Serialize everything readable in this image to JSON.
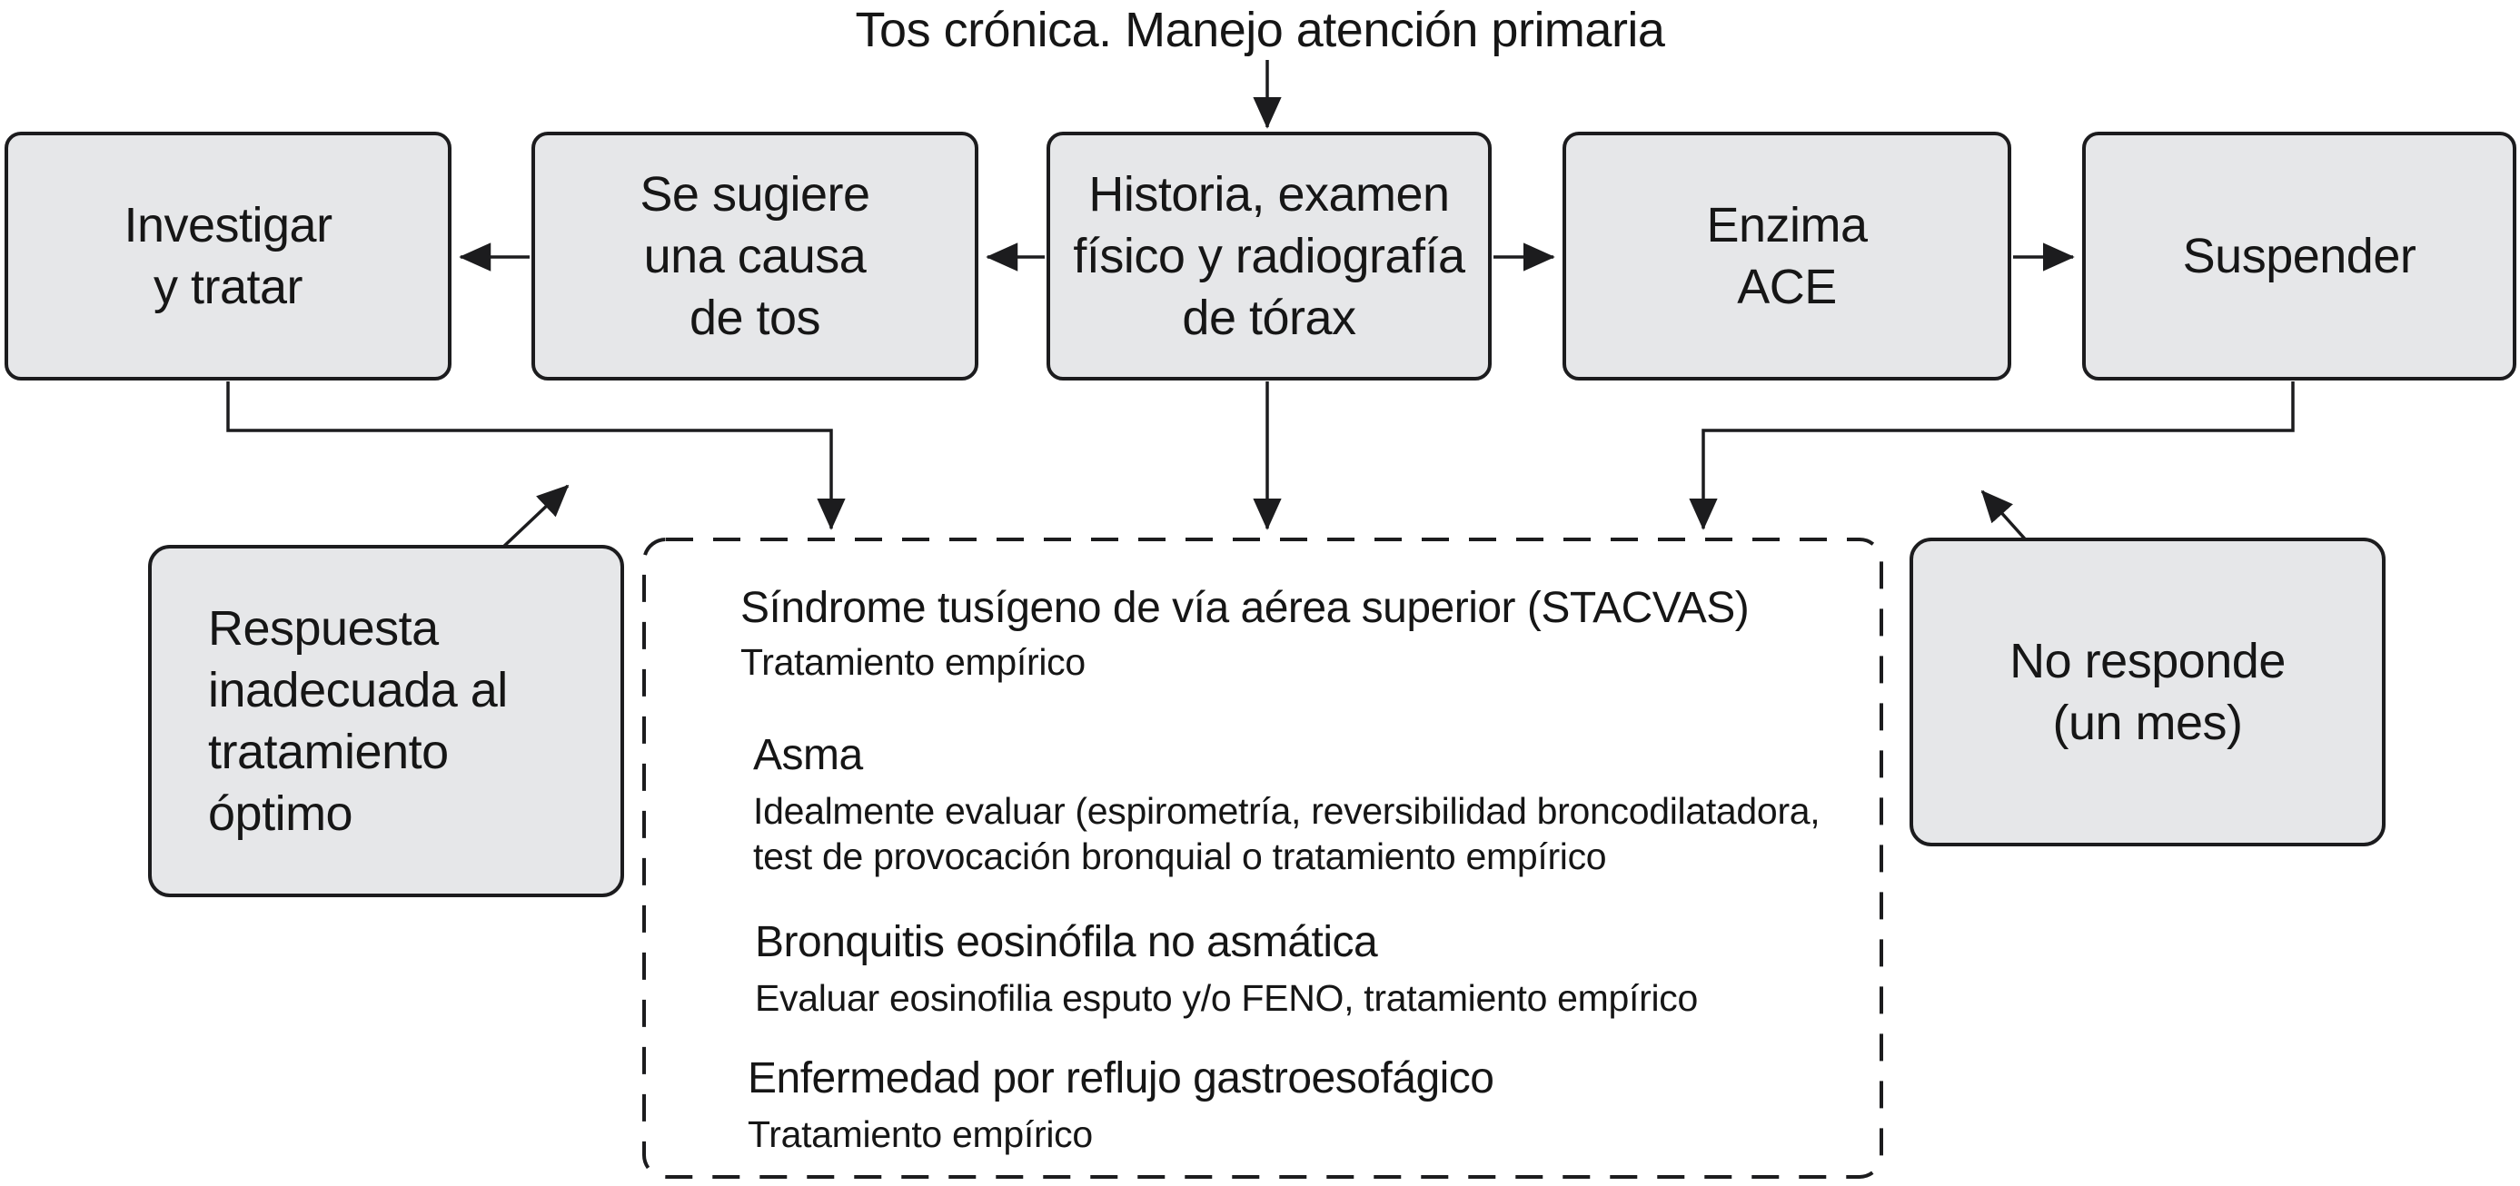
{
  "title": "Tos crónica. Manejo atención primaria",
  "colors": {
    "box_fill": "#e6e7e9",
    "stroke": "#1c1c1e",
    "text": "#161616",
    "bg": "#ffffff"
  },
  "nodes": {
    "investigar": {
      "label": "Investigar\ny tratar"
    },
    "causa": {
      "label": "Se sugiere\nuna causa\nde tos"
    },
    "historia": {
      "label": "Historia, examen\nfísico y radiografía\nde tórax"
    },
    "enzima": {
      "label": "Enzima\nACE"
    },
    "suspender": {
      "label": "Suspender"
    },
    "respuesta": {
      "label": "Respuesta\ninadecuada al\ntratamiento\nóptimo"
    },
    "noresponde": {
      "label": "No responde\n(un mes)"
    }
  },
  "panel": {
    "sections": [
      {
        "heading": "Síndrome tusígeno de vía aérea superior (STACVAS)",
        "lines": [
          "Tratamiento empírico"
        ]
      },
      {
        "heading": "Asma",
        "lines": [
          "Idealmente evaluar (espirometría, reversibilidad broncodilatadora,",
          "test de provocación bronquial o tratamiento empírico"
        ]
      },
      {
        "heading": "Bronquitis eosinófila no asmática",
        "lines": [
          "Evaluar eosinofilia esputo y/o FENO, tratamiento empírico"
        ]
      },
      {
        "heading": "Enfermedad por reflujo gastroesofágico",
        "lines": [
          "Tratamiento empírico"
        ]
      }
    ]
  }
}
